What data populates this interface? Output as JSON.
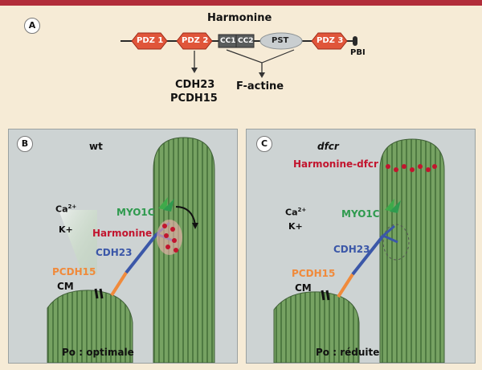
{
  "panel_a": {
    "label": "A",
    "title": "Harmonine",
    "domains": {
      "pdz1": "PDZ 1",
      "pdz2": "PDZ 2",
      "cc1": "CC1",
      "cc2": "CC2",
      "pst": "PST",
      "pdz3": "PDZ 3",
      "pbi": "PBI"
    },
    "binding_left_1": "CDH23",
    "binding_left_2": "PCDH15",
    "binding_right": "F-actine"
  },
  "panel_b": {
    "label": "B",
    "condition": "wt",
    "ion_ca": "Ca",
    "ion_ca_sup": "2+",
    "ion_k": "K+",
    "myo1c": "MYO1C",
    "harmonine": "Harmonine",
    "cdh23": "CDH23",
    "pcdh15": "PCDH15",
    "cm": "CM",
    "caption": "Po : optimale"
  },
  "panel_c": {
    "label": "C",
    "condition": "dfcr",
    "harmonine_dfcr": "Harmonine-dfcr",
    "ion_ca": "Ca",
    "ion_ca_sup": "2+",
    "ion_k": "K+",
    "myo1c": "MYO1C",
    "cdh23": "CDH23",
    "pcdh15": "PCDH15",
    "cm": "CM",
    "caption": "Po : réduite"
  },
  "colors": {
    "pdz_domain": "#e0553a",
    "coiled_coil": "#595c5c",
    "pst_domain": "#c9ced0",
    "stereocilia": "#6f9a5e",
    "myo1c": "#2f9a4e",
    "harmonine": "#c2152e",
    "cdh23": "#3b57a8",
    "pcdh15": "#f08a3b"
  }
}
